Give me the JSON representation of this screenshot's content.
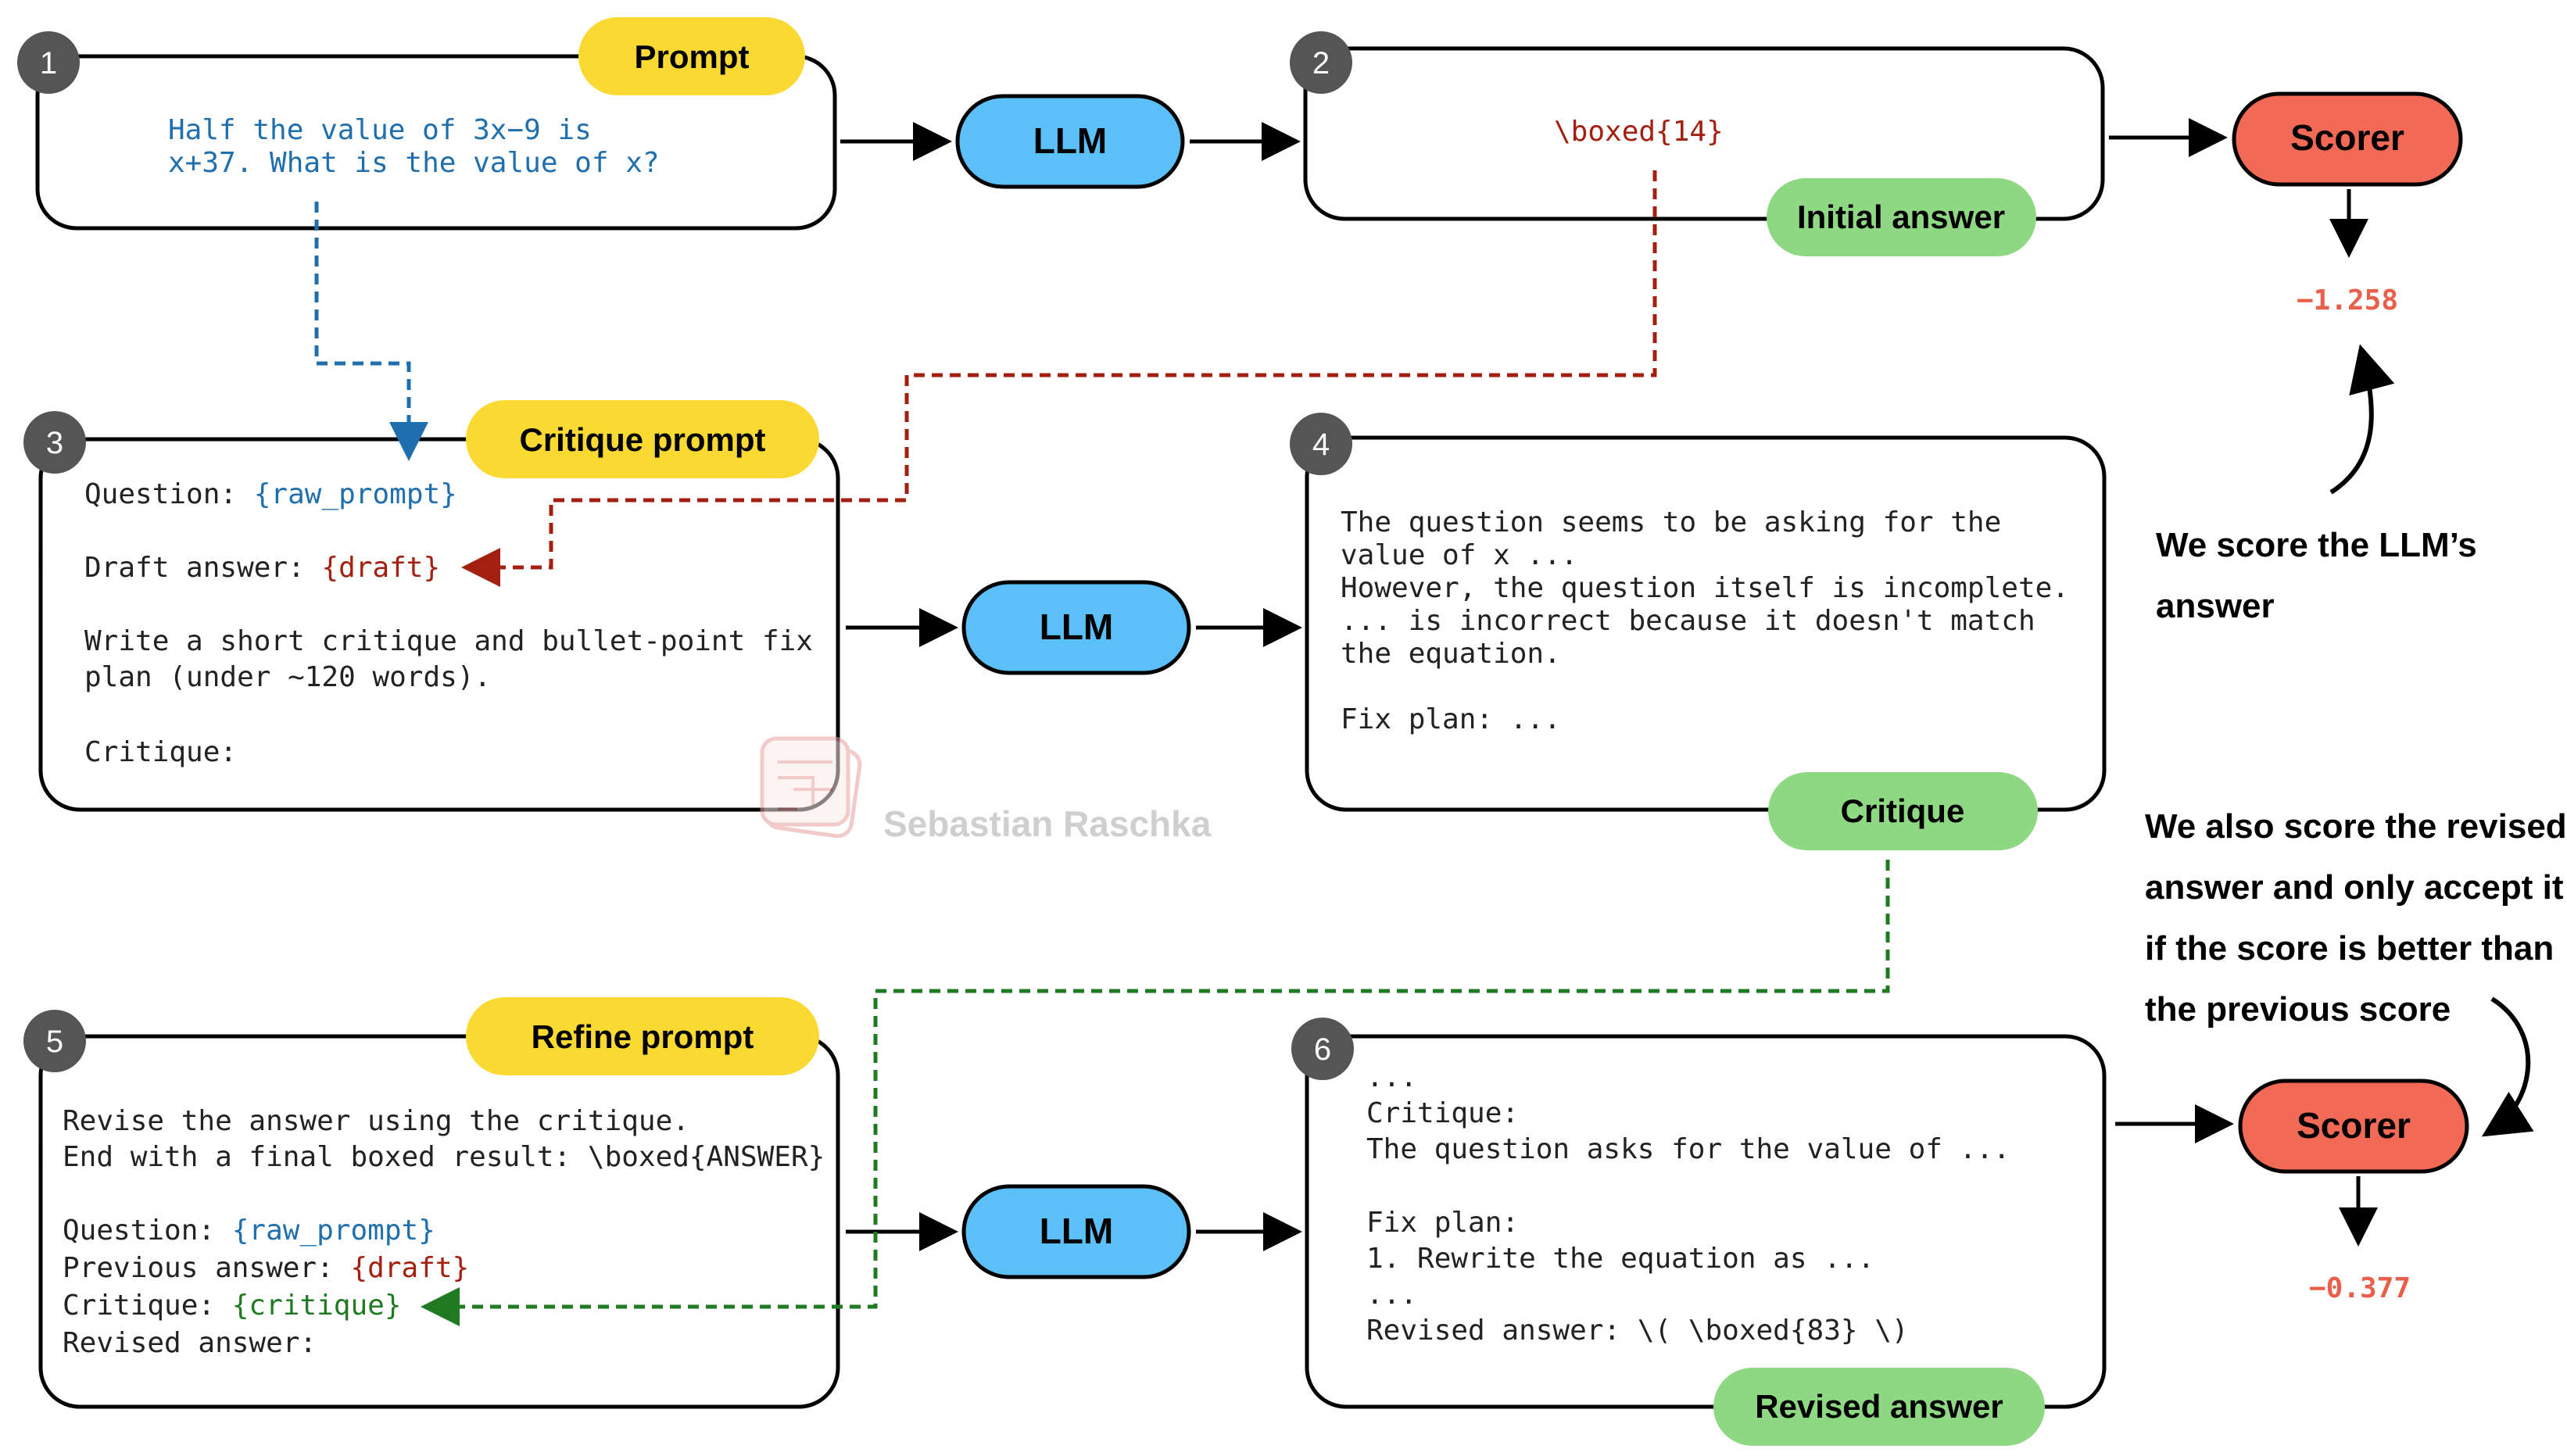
{
  "colors": {
    "prompt_pill": "#FAD933",
    "llm_pill": "#5BC0F8",
    "answer_pill": "#8FD883",
    "scorer_pill": "#F26A55",
    "badge": "#555555",
    "blue_text": "#1F6FAE",
    "red_text": "#A31F0F",
    "green_text": "#1F7A22",
    "score_text": "#E8604C",
    "blue_arrow": "#1F6FAE",
    "red_arrow": "#A31F0F",
    "green_arrow": "#1F7A22"
  },
  "steps": {
    "s1": {
      "badge": "1",
      "pill": "Prompt",
      "lines": [
        "Half the value of 3x−9 is",
        "x+37. What is the value of x?"
      ]
    },
    "s2": {
      "badge": "2",
      "pill": "Initial answer",
      "text": "\\boxed{14}"
    },
    "s3": {
      "badge": "3",
      "pill": "Critique prompt",
      "question_label": "Question: ",
      "question_var": "{raw_prompt}",
      "draft_label": "Draft answer: ",
      "draft_var": "{draft}",
      "instr1": "Write a short critique and bullet-point fix",
      "instr2": "plan (under ~120 words).",
      "critique_label": "Critique:"
    },
    "s4": {
      "badge": "4",
      "pill": "Critique",
      "lines": [
        "The question seems to be asking for the",
        "value of x ...",
        "However, the question itself is incomplete.",
        "... is incorrect because it doesn't match",
        "the equation.",
        "Fix plan: ..."
      ]
    },
    "s5": {
      "badge": "5",
      "pill": "Refine prompt",
      "line1": "Revise the answer using the critique.",
      "line2": "End with a final boxed result: \\boxed{ANSWER}",
      "question_label": "Question: ",
      "question_var": "{raw_prompt}",
      "prev_label": "Previous answer: ",
      "prev_var": "{draft}",
      "critique_label": "Critique: ",
      "critique_var": "{critique}",
      "revised_label": "Revised answer:"
    },
    "s6": {
      "badge": "6",
      "pill": "Revised answer",
      "lines": [
        "...",
        "Critique:",
        "The question asks for the value of ...",
        "Fix plan:",
        "1. Rewrite the equation as ...",
        "...",
        "Revised answer: \\( \\boxed{83} \\)"
      ]
    }
  },
  "llm_label": "LLM",
  "scorer_label": "Scorer",
  "scores": {
    "first": "−1.258",
    "second": "−0.377"
  },
  "notes": {
    "first": [
      "We score the LLM’s",
      "answer"
    ],
    "second": [
      "We also score the revised",
      "answer and only accept it",
      "if the score is better than",
      "the previous score"
    ]
  },
  "watermark": "Sebastian Raschka"
}
